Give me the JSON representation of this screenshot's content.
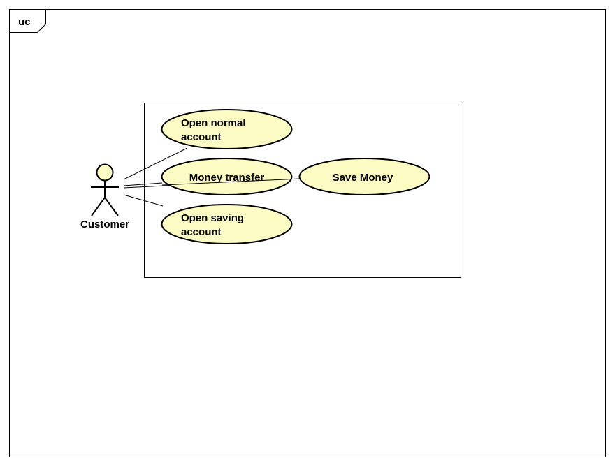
{
  "frame": {
    "label": "uc"
  },
  "actor": {
    "name": "Customer"
  },
  "use_cases": [
    {
      "id": "open-normal-account",
      "lines": [
        "Open normal",
        "account"
      ]
    },
    {
      "id": "money-transfer",
      "lines": [
        "Money transfer"
      ]
    },
    {
      "id": "open-saving-account",
      "lines": [
        "Open saving",
        "account"
      ]
    },
    {
      "id": "save-money",
      "lines": [
        "Save Money"
      ]
    }
  ],
  "associations": [
    {
      "from": "actor",
      "to": "open-normal-account"
    },
    {
      "from": "actor",
      "to": "money-transfer"
    },
    {
      "from": "actor",
      "to": "open-saving-account"
    },
    {
      "from": "actor",
      "to": "save-money"
    }
  ],
  "colors": {
    "use_case_fill": "#fdfbc4",
    "actor_head_fill": "#fdfbc4",
    "stroke": "#000000",
    "background": "#ffffff"
  }
}
